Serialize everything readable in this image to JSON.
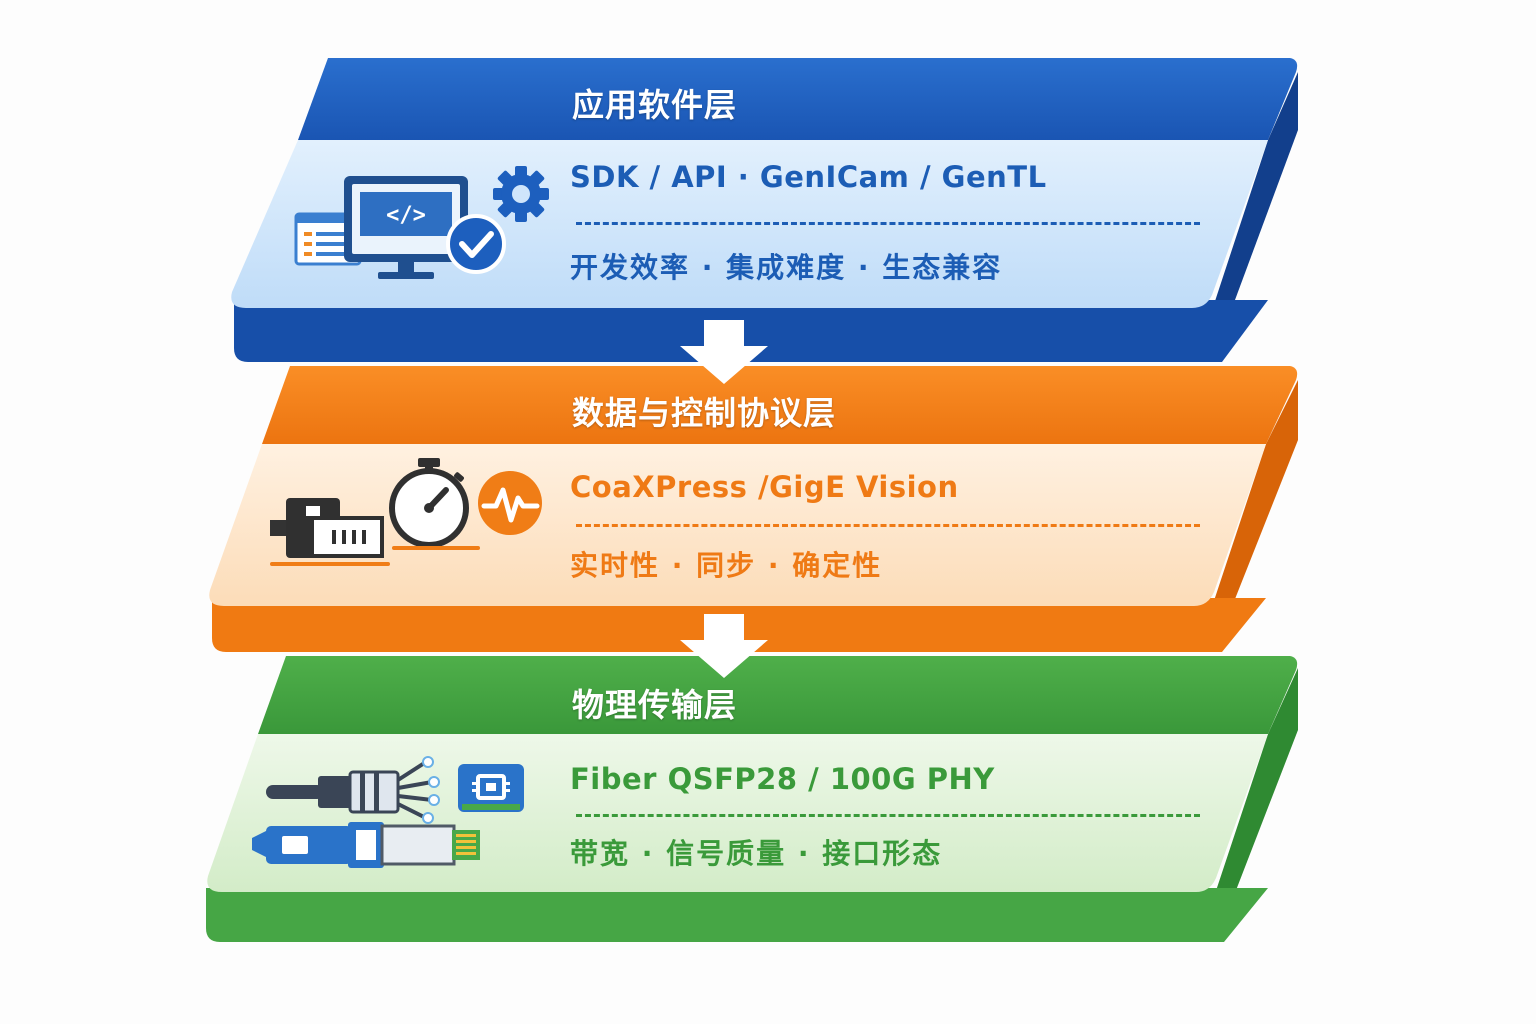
{
  "colors": {
    "blue": "#1d5fbe",
    "blue_light": "#cfe5fb",
    "blue_text": "#1c5db5",
    "orange": "#f07d16",
    "orange_light": "#fde7cf",
    "orange_text": "#ef7a15",
    "green": "#3f9e3f",
    "green_light": "#e0f1d9",
    "green_text": "#3a9a3a"
  },
  "layers": [
    {
      "id": "application",
      "title": "应用软件层",
      "protocols": "SDK / API · GenICam / GenTL",
      "aspects": "开发效率 · 集成难度 · 生态兼容",
      "icons": [
        "code-monitor-icon",
        "gear-icon",
        "check-circle-icon",
        "document-window-icon"
      ]
    },
    {
      "id": "protocol",
      "title": "数据与控制协议层",
      "protocols": "CoaXPress /GigE Vision",
      "aspects": "实时性 · 同步 · 确定性",
      "icons": [
        "industrial-camera-icon",
        "stopwatch-icon",
        "signal-pulse-icon"
      ]
    },
    {
      "id": "physical",
      "title": "物理传输层",
      "protocols": "Fiber QSFP28 / 100G PHY",
      "aspects": "带宽 · 信号质量 · 接口形态",
      "icons": [
        "fiber-cable-icon",
        "qsfp-module-icon",
        "chip-card-icon"
      ]
    }
  ],
  "arrows": [
    "down-arrow-icon",
    "down-arrow-icon"
  ]
}
